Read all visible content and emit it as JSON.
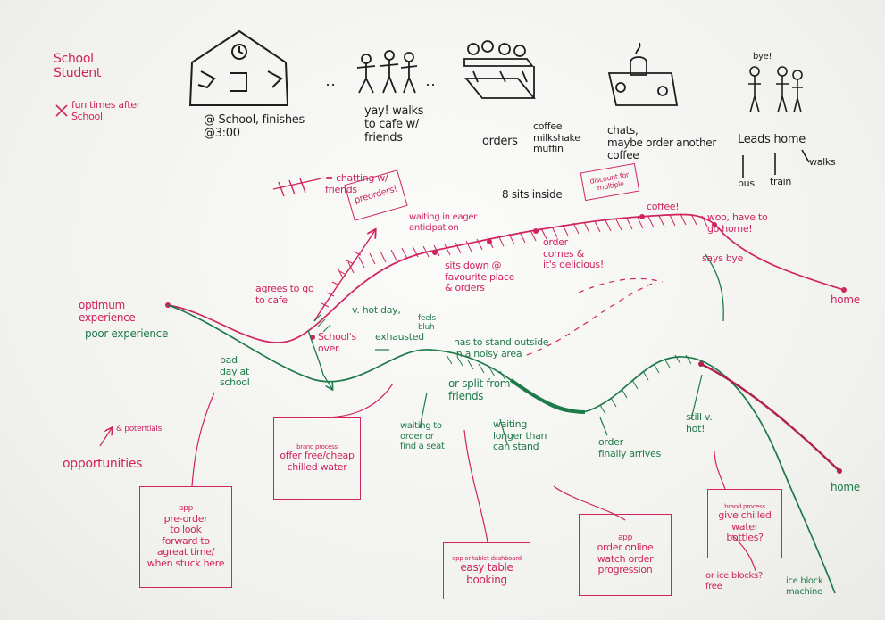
{
  "colors": {
    "ink_black": "#1e1e1e",
    "ink_red": "#d0235f",
    "ink_green": "#1f7a4a",
    "paper": "#f4f4f1"
  },
  "persona": {
    "title": "School\nStudent",
    "subtitle": "fun times after\nSchool."
  },
  "stages": {
    "school": "@ School, finishes\n@3:00",
    "walk": "yay! walks\nto cafe w/\nfriends",
    "orders": "orders",
    "menu": "coffee\nmilkshake\nmuffin",
    "chats": "chats,\nmaybe order another\ncoffee",
    "leads": "Leads home",
    "bye": "bye!",
    "walks": "walks",
    "bus": "bus",
    "train": "train"
  },
  "legend": {
    "optimum": "optimum\nexperience",
    "poor": "poor experience"
  },
  "red_notes": {
    "chatting": "= chatting w/\nfriends",
    "agrees": "agrees to go\nto cafe",
    "waiting": "waiting in eager\nanticipation",
    "sits_inside": "8 sits inside",
    "sits_down": "sits down @\nfavourite place\n& orders",
    "order_comes": "order\ncomes &\nit's delicious!",
    "coffee": "coffee!",
    "woo": "woo, have to\ngo home!",
    "says_bye": "says bye",
    "home": "home",
    "schools_over": "School's\nover.",
    "bad_day": "bad\nday at\nschool",
    "opportunities": "opportunities",
    "potentials": "& potentials"
  },
  "green_notes": {
    "v_hot": "v. hot day,",
    "exhausted": "exhausted",
    "feels": "feels\nbluh",
    "has_to_stand": "has to stand outside\nin a noisy area",
    "or_split": "or split from\nfriends",
    "waiting_order": "waiting to\norder or\nfind a seat",
    "waiting_longer": "waiting\nlonger than\ncan stand",
    "order_arrives": "order\nfinally arrives",
    "still_hot": "still v.\nhot!",
    "home": "home",
    "ice_block": "ice block\nmachine"
  },
  "boxes": {
    "preorders": "preorders!",
    "discount": "discount for\nmultiple",
    "chilled_water": {
      "tag": "brand process",
      "text": "offer free/cheap\nchilled water"
    },
    "app_preorder": {
      "tag": "app",
      "text": "pre-order\nto look\nforward to\nagreat time/\nwhen stuck here"
    },
    "easy_table": {
      "tag": "app or tablet dashboard",
      "text": "easy table\nbooking"
    },
    "order_online": {
      "tag": "app",
      "text": "order online\nwatch order\nprogression"
    },
    "water_bottles": {
      "tag": "brand process",
      "text": "give chilled\nwater\nbottles?"
    },
    "ice_blocks": "or ice blocks?\nfree"
  }
}
